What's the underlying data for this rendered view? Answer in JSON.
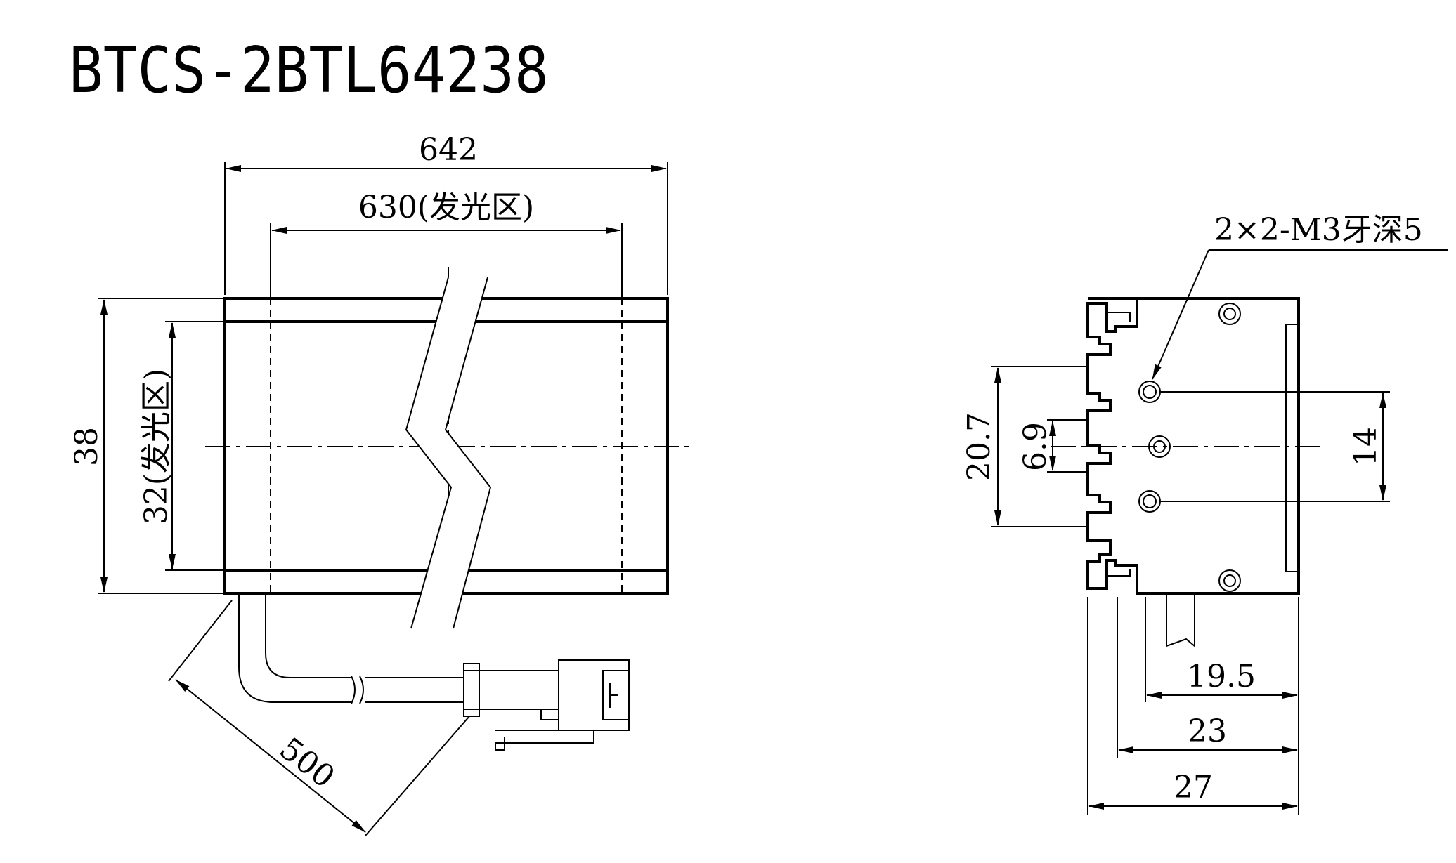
{
  "drawing": {
    "model": "BTCS-2BTL64238",
    "dimensions": {
      "overall_length": "642",
      "emitting_length": "630(发光区)",
      "overall_height": "38",
      "emitting_height": "32(发光区)",
      "cable_length": "500",
      "hole_pitch_outer": "20.7",
      "hole_pitch_inner": "6.9",
      "hole_spacing": "14",
      "thread_note": "2×2-M3牙深5",
      "depth_19_5": "19.5",
      "depth_23": "23",
      "depth_27": "27"
    }
  }
}
